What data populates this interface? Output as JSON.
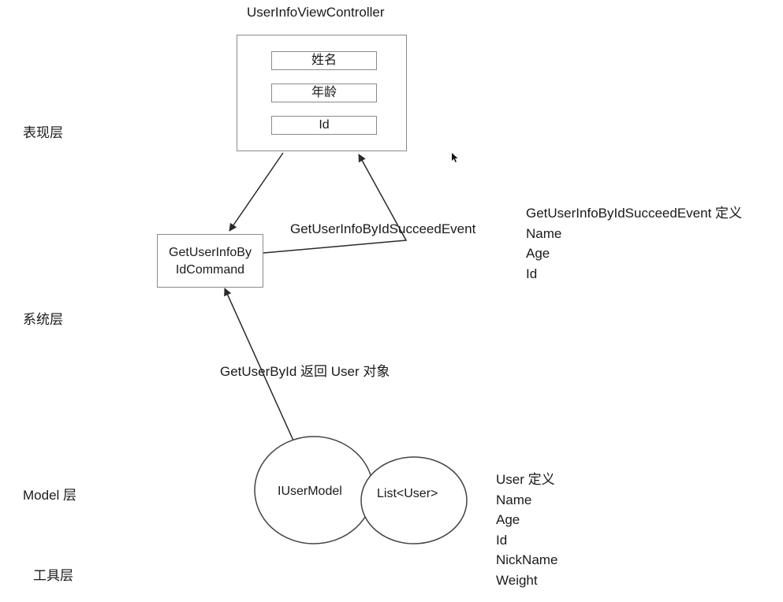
{
  "layers": {
    "presentation": "表现层",
    "system": "系统层",
    "model": "Model 层",
    "utility": "工具层"
  },
  "view_controller": {
    "title": "UserInfoViewController",
    "fields": [
      "姓名",
      "年龄",
      "Id"
    ]
  },
  "command": {
    "line1": "GetUserInfoBy",
    "line2": "IdCommand"
  },
  "arrows": {
    "event_label": "GetUserInfoByIdSucceedEvent",
    "model_return_label": "GetUserById 返回 User 对象"
  },
  "event_definition": {
    "title": "GetUserInfoByIdSucceedEvent 定义",
    "fields": [
      "Name",
      "Age",
      "Id"
    ]
  },
  "model": {
    "interface_label": "IUserModel",
    "list_label": "List<User>"
  },
  "user_definition": {
    "title": "User 定义",
    "fields": [
      "Name",
      "Age",
      "Id",
      "NickName",
      "Weight"
    ]
  },
  "colors": {
    "stroke": "#2a2a2a",
    "box_border": "#8a8a8a",
    "text": "#1a1a1a"
  }
}
